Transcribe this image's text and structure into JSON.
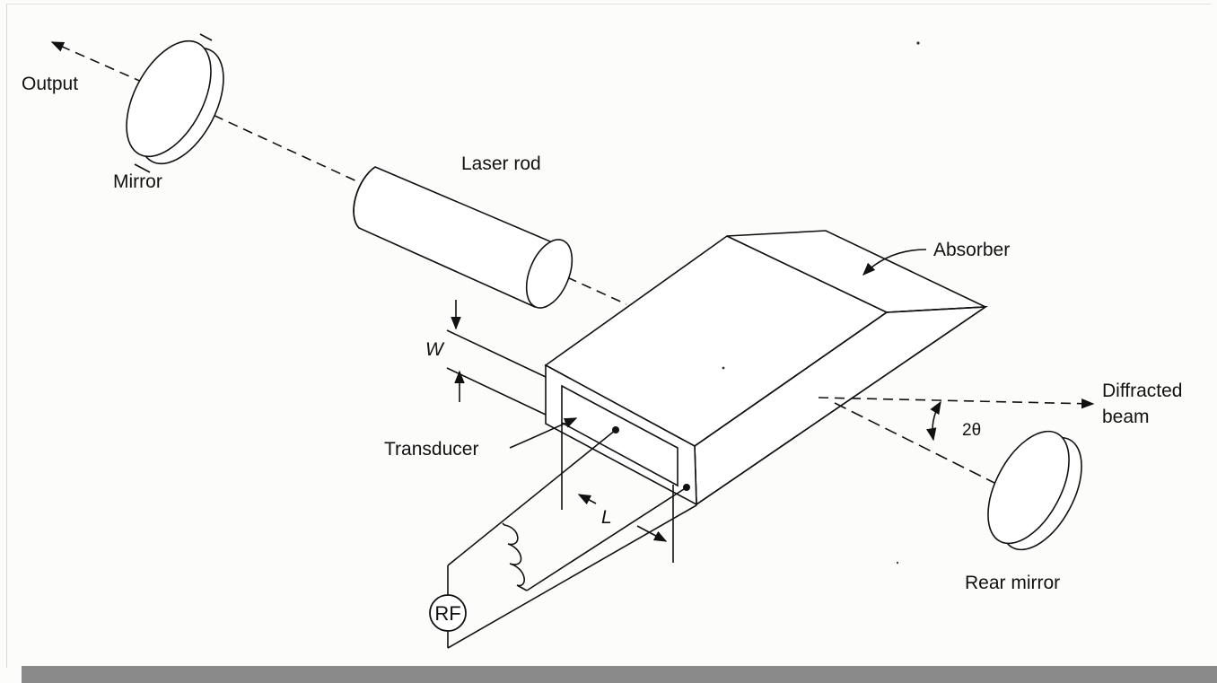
{
  "labels": {
    "output": "Output",
    "mirror": "Mirror",
    "laser_rod": "Laser rod",
    "absorber": "Absorber",
    "w": "W",
    "transducer": "Transducer",
    "diffracted_beam_line1": "Diffracted",
    "diffracted_beam_line2": "beam",
    "angle": "2θ",
    "l": "L",
    "rear_mirror": "Rear mirror",
    "rf": "RF"
  },
  "colors": {
    "ink": "#111111",
    "background": "#fcfcfb",
    "bottom_bar": "#8a8a8a"
  }
}
